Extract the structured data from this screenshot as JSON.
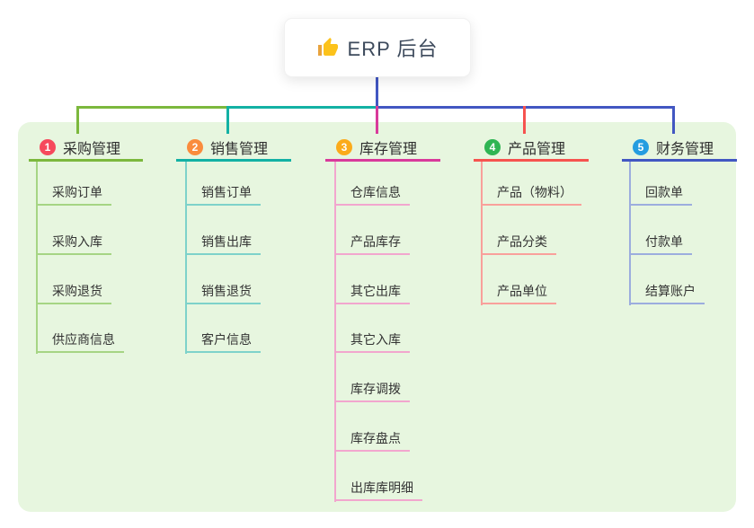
{
  "root": {
    "label": "ERP 后台",
    "icon": "thumbs-up-icon",
    "stem_color": "#4257c2"
  },
  "branches": [
    {
      "badge": "1",
      "label": "采购管理",
      "badge_color": "#f6495c",
      "line_color": "#7cb83d",
      "child_line_color": "#a6d584",
      "children": [
        "采购订单",
        "采购入库",
        "采购退货",
        "供应商信息"
      ]
    },
    {
      "badge": "2",
      "label": "销售管理",
      "badge_color": "#fa8c3d",
      "line_color": "#13b1a4",
      "child_line_color": "#7ed2ca",
      "children": [
        "销售订单",
        "销售出库",
        "销售退货",
        "客户信息"
      ]
    },
    {
      "badge": "3",
      "label": "库存管理",
      "badge_color": "#fbab1b",
      "line_color": "#d93a9b",
      "child_line_color": "#f2a6ce",
      "children": [
        "仓库信息",
        "产品库存",
        "其它出库",
        "其它入库",
        "库存调拨",
        "库存盘点",
        "出库库明细"
      ]
    },
    {
      "badge": "4",
      "label": "产品管理",
      "badge_color": "#2fb553",
      "line_color": "#f6534f",
      "child_line_color": "#f9a09b",
      "children": [
        "产品（物料）",
        "产品分类",
        "产品单位"
      ]
    },
    {
      "badge": "5",
      "label": "财务管理",
      "badge_color": "#259de0",
      "line_color": "#4257c2",
      "child_line_color": "#9cadde",
      "children": [
        "回款单",
        "付款单",
        "结算账户"
      ]
    }
  ]
}
